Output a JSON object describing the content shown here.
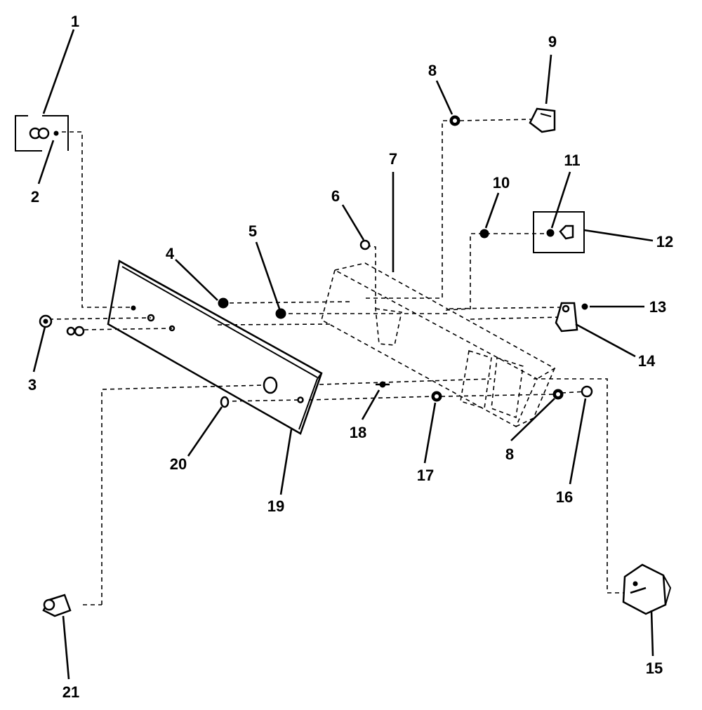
{
  "callouts": [
    {
      "id": "1",
      "label": "1"
    },
    {
      "id": "2",
      "label": "2"
    },
    {
      "id": "3",
      "label": "3"
    },
    {
      "id": "4",
      "label": "4"
    },
    {
      "id": "5",
      "label": "5"
    },
    {
      "id": "6",
      "label": "6"
    },
    {
      "id": "7",
      "label": "7"
    },
    {
      "id": "8a",
      "label": "8"
    },
    {
      "id": "8b",
      "label": "8"
    },
    {
      "id": "9",
      "label": "9"
    },
    {
      "id": "10",
      "label": "10"
    },
    {
      "id": "11",
      "label": "11"
    },
    {
      "id": "12",
      "label": "12"
    },
    {
      "id": "13",
      "label": "13"
    },
    {
      "id": "14",
      "label": "14"
    },
    {
      "id": "15",
      "label": "15"
    },
    {
      "id": "16",
      "label": "16"
    },
    {
      "id": "17",
      "label": "17"
    },
    {
      "id": "18",
      "label": "18"
    },
    {
      "id": "19",
      "label": "19"
    },
    {
      "id": "20",
      "label": "20"
    },
    {
      "id": "21",
      "label": "21"
    }
  ],
  "colors": {
    "ink": "#000000",
    "paper": "#ffffff"
  }
}
